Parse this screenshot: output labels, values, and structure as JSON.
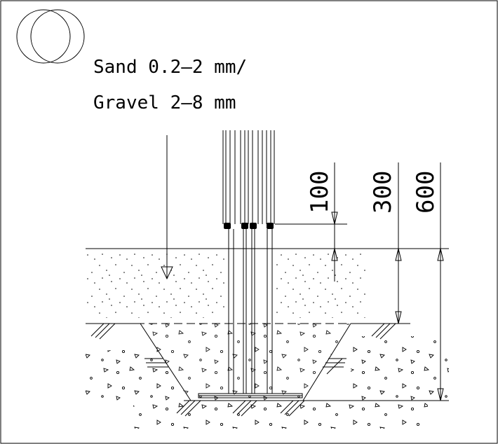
{
  "drawing": {
    "material_label_line1": "Sand 0.2–2 mm/",
    "material_label_line2": "Gravel 2–8 mm",
    "dimension_100": "100",
    "dimension_300": "300",
    "dimension_600": "600"
  },
  "icons": {
    "top_left_symbol": "double-circle-icon"
  }
}
